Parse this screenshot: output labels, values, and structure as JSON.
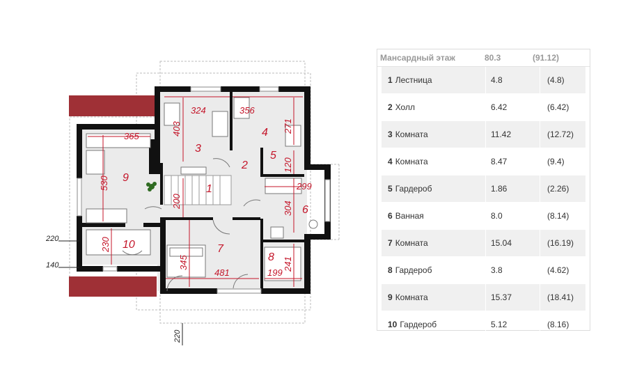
{
  "table": {
    "header": {
      "title": "Мансардный этаж",
      "area": "80.3",
      "total": "(91.12)"
    },
    "rows": [
      {
        "num": "1",
        "name": "Лестница",
        "area": "4.8",
        "total": "(4.8)"
      },
      {
        "num": "2",
        "name": "Холл",
        "area": "6.42",
        "total": "(6.42)"
      },
      {
        "num": "3",
        "name": "Комната",
        "area": "11.42",
        "total": "(12.72)"
      },
      {
        "num": "4",
        "name": "Комната",
        "area": "8.47",
        "total": "(9.4)"
      },
      {
        "num": "5",
        "name": "Гардероб",
        "area": "1.86",
        "total": "(2.26)"
      },
      {
        "num": "6",
        "name": "Ванная",
        "area": "8.0",
        "total": "(8.14)"
      },
      {
        "num": "7",
        "name": "Комната",
        "area": "15.04",
        "total": "(16.19)"
      },
      {
        "num": "8",
        "name": "Гардероб",
        "area": "3.8",
        "total": "(4.62)"
      },
      {
        "num": "9",
        "name": "Комната",
        "area": "15.37",
        "total": "(18.41)"
      },
      {
        "num": "10",
        "name": "Гардероб",
        "area": "5.12",
        "total": "(8.16)"
      }
    ]
  },
  "plan": {
    "room_numbers": [
      "1",
      "2",
      "3",
      "4",
      "5",
      "6",
      "7",
      "8",
      "9",
      "10"
    ],
    "dimensions": {
      "d324": "324",
      "d356": "356",
      "d403": "403",
      "d271": "271",
      "d365": "365",
      "d530": "530",
      "d120": "120",
      "d299": "299",
      "d200": "200",
      "d304": "304",
      "d230": "230",
      "d345": "345",
      "d481": "481",
      "d199": "199",
      "d241": "241"
    },
    "external": {
      "e220a": "220",
      "e140": "140",
      "e220b": "220"
    }
  }
}
